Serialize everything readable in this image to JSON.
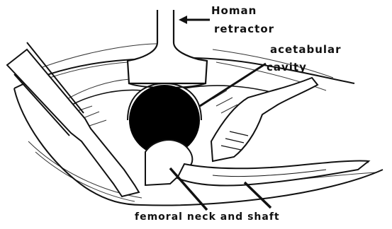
{
  "labels": {
    "homan_line1": "Homan",
    "homan_line2": "retractor",
    "acetabular_line1": "acetabular",
    "acetabular_line2": "cavity",
    "femoral": "femoral neck and shaft"
  },
  "colors": {
    "ink": "#111111",
    "background": "#ffffff",
    "cavity": "#000000"
  }
}
